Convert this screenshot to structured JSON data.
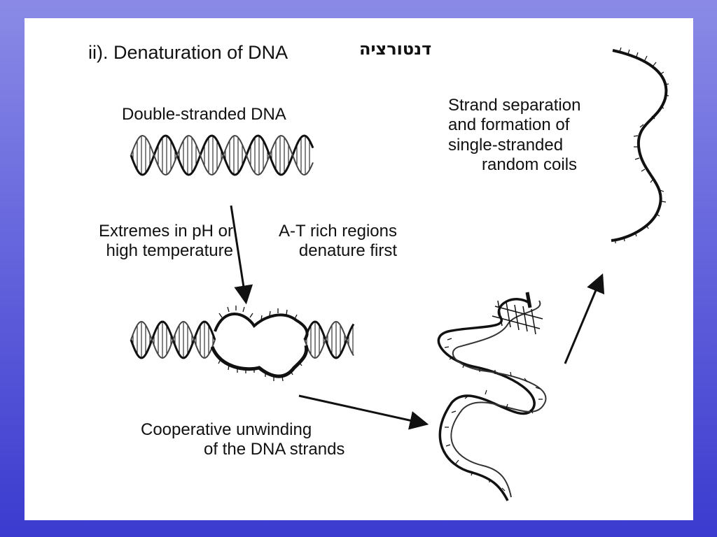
{
  "title": "ii). Denaturation of DNA",
  "title_hebrew": "דנטורציה",
  "labels": {
    "double_stranded": "Double-stranded DNA",
    "extremes_line1": "Extremes in pH or",
    "extremes_line2": "high temperature",
    "at_rich_line1": "A-T rich regions",
    "at_rich_line2": "denature first",
    "cooperative_line1": "Cooperative unwinding",
    "cooperative_line2": "of the DNA strands",
    "separation_line1": "Strand separation",
    "separation_line2": "and formation of",
    "separation_line3": "single-stranded",
    "separation_line4": "random coils"
  },
  "colors": {
    "background_top": "#8a8ae6",
    "background_bottom": "#3b3bcf",
    "slide": "#ffffff",
    "ink": "#111111"
  }
}
